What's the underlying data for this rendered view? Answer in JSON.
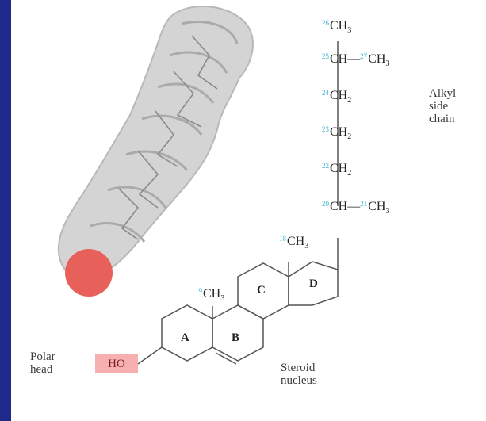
{
  "side_chain": [
    {
      "num": "26",
      "group": "CH",
      "sub": "3"
    },
    {
      "num": "25",
      "group": "CH",
      "bond": "—",
      "num2": "27",
      "group2": "CH",
      "sub2": "3"
    },
    {
      "num": "24",
      "group": "CH",
      "sub": "2"
    },
    {
      "num": "23",
      "group": "CH",
      "sub": "2"
    },
    {
      "num": "22",
      "group": "CH",
      "sub": "2"
    },
    {
      "num": "20",
      "group": "CH",
      "bond": "—",
      "num2": "21",
      "group2": "CH",
      "sub2": "3"
    }
  ],
  "methyl_18": {
    "num": "18",
    "group": "CH",
    "sub": "3"
  },
  "methyl_19": {
    "num": "19",
    "group": "CH",
    "sub": "3"
  },
  "ring_labels": {
    "A": "A",
    "B": "B",
    "C": "C",
    "D": "D"
  },
  "hydroxyl": "HO",
  "labels": {
    "alkyl": "Alkyl\nside\nchain",
    "polar": "Polar\nhead",
    "steroid": "Steroid\nnucleus"
  },
  "colors": {
    "background": "#1d2a8c",
    "hydroxyl_highlight": "#f6b0b0",
    "atom_numbers": "#3fb4d8",
    "oxygen": "#e8605a"
  }
}
